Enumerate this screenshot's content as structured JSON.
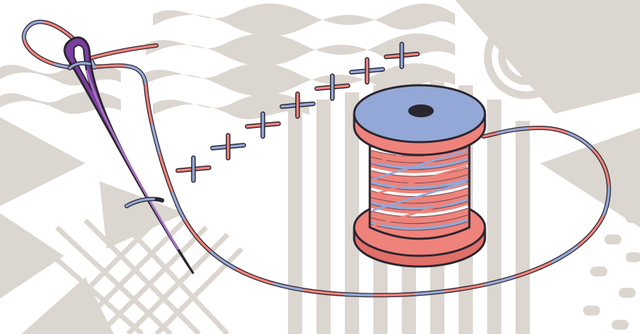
{
  "scene": {
    "kind": "illustration",
    "subject": "needle-and-thread-spool"
  },
  "colors": {
    "background": "#ffffff",
    "pattern": "#dcd6d0",
    "pattern_dark": "#cfc8c1",
    "outline": "#2b2530",
    "spool_top": "#93a8d6",
    "spool_body": "#ee837b",
    "spool_body_shade": "#e06f68",
    "thread_pink": "#ee837b",
    "thread_blue": "#93a8d6",
    "needle": "#7a3fa0",
    "needle_highlight": "#a774c4"
  },
  "icons": [
    "needle-icon",
    "thread-spool-icon",
    "cross-stitch-icon"
  ],
  "stitches": {
    "count": 7
  }
}
